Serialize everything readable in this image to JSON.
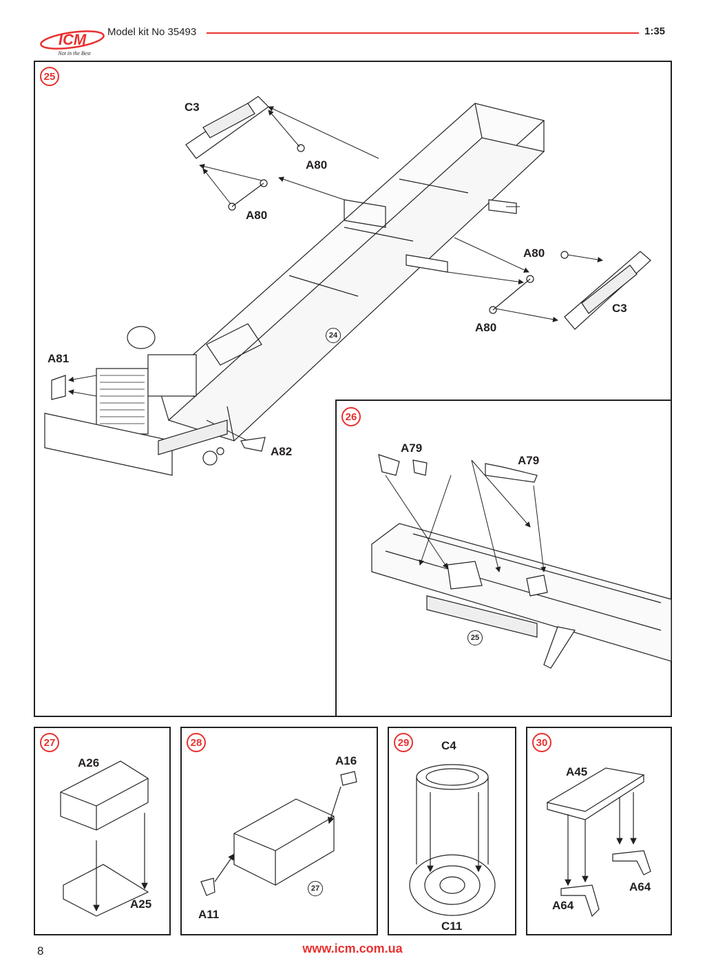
{
  "header": {
    "logo_text": "ICM",
    "logo_tagline": "Not in the Best",
    "kit_title": "Model kit No 35493",
    "scale": "1:35"
  },
  "steps": {
    "s25": {
      "number": "25",
      "labels": {
        "c3_top": "C3",
        "a80_top1": "A80",
        "a80_top2": "A80",
        "a80_right1": "A80",
        "a80_right2": "A80",
        "c3_right": "C3",
        "a81": "A81",
        "a82": "A82"
      },
      "ref": "24"
    },
    "s26": {
      "number": "26",
      "labels": {
        "a79_left": "A79",
        "a79_right": "A79"
      },
      "ref": "25"
    },
    "s27": {
      "number": "27",
      "labels": {
        "a26": "A26",
        "a25": "A25"
      }
    },
    "s28": {
      "number": "28",
      "labels": {
        "a16": "A16",
        "a11": "A11"
      },
      "ref": "27"
    },
    "s29": {
      "number": "29",
      "labels": {
        "c4": "C4",
        "c11": "C11"
      }
    },
    "s30": {
      "number": "30",
      "labels": {
        "a45": "A45",
        "a64_right": "A64",
        "a64_left": "A64"
      }
    }
  },
  "footer": {
    "page_number": "8",
    "website": "www.icm.com.ua"
  },
  "colors": {
    "accent": "#e8312f",
    "ink": "#231f20"
  }
}
